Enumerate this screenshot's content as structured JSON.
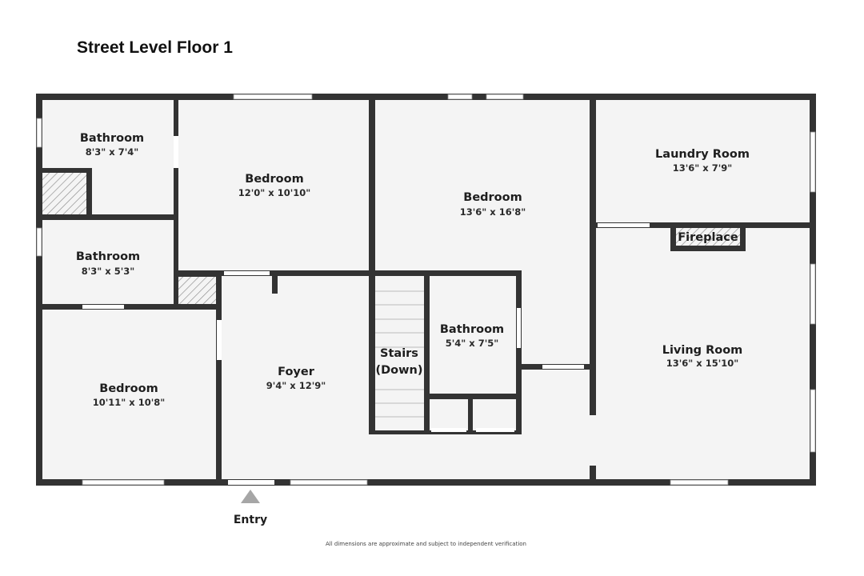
{
  "title": "Street Level Floor 1",
  "rooms": [
    {
      "name": "Bathroom",
      "dims": "8'3\" x 7'4\""
    },
    {
      "name": "Bedroom",
      "dims": "12'0\" x 10'10\""
    },
    {
      "name": "Bedroom",
      "dims": "13'6\" x 16'8\""
    },
    {
      "name": "Laundry Room",
      "dims": "13'6\" x 7'9\""
    },
    {
      "name": "Bathroom",
      "dims": "8'3\" x 5'3\""
    },
    {
      "name": "Bedroom",
      "dims": "10'11\" x 10'8\""
    },
    {
      "name": "Foyer",
      "dims": "9'4\" x 12'9\""
    },
    {
      "name": "Bathroom",
      "dims": "5'4\" x 7'5\""
    },
    {
      "name": "Living Room",
      "dims": "13'6\" x 15'10\""
    }
  ],
  "stairs": {
    "line1": "Stairs",
    "line2": "(Down)"
  },
  "fireplace": "Fireplace",
  "entry": "Entry",
  "disclaimer": "All dimensions are approximate and subject to independent verification",
  "colors": {
    "wall": "#333333",
    "floor": "#f4f4f4",
    "entry_arrow": "#a6a6a6"
  }
}
